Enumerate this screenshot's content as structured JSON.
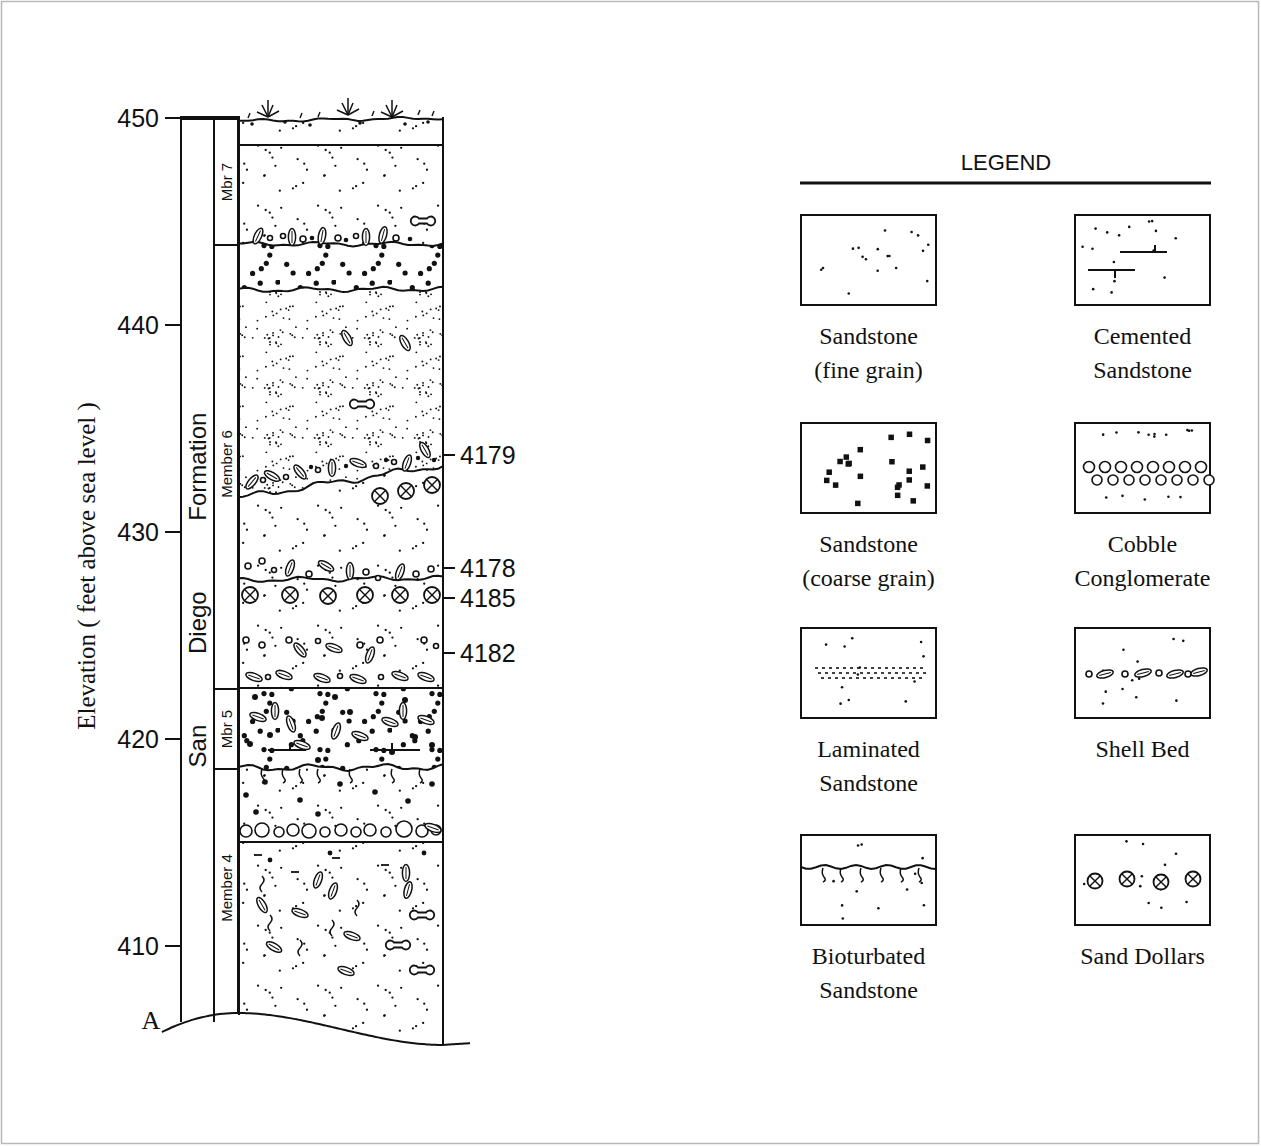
{
  "diagram": {
    "nodes": [
      {
        "text": [
          "San Diego Formation"
        ]
      },
      {
        "text": [
          "Mbr 7"
        ]
      },
      {
        "text": [
          "Member 6"
        ]
      },
      {
        "text": [
          "Mbr 5"
        ]
      },
      {
        "text": [
          "Member 4"
        ]
      }
    ],
    "labels": [
      "450",
      "440",
      "430",
      "420",
      "410",
      "Elevation ( feet above sea level )",
      "A",
      "4179",
      "4178",
      "4185",
      "4182",
      "LEGEND"
    ],
    "legend": [
      {
        "text": "Sandstone (fine grain)"
      },
      {
        "text": "Cemented Sandstone"
      },
      {
        "text": "Sandstone (coarse grain)"
      },
      {
        "text": "Cobble Conglomerate"
      },
      {
        "text": "Laminated Sandstone"
      },
      {
        "text": "Shell Bed"
      },
      {
        "text": "Bioturbated Sandstone"
      },
      {
        "text": "Sand Dollars"
      }
    ]
  }
}
